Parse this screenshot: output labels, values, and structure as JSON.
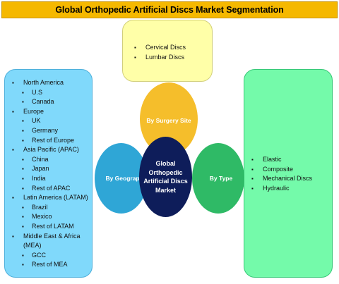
{
  "title": "Global Orthopedic Artificial Discs Market Segmentation",
  "center": "Global Orthopedic Artificial Discs Market",
  "segments": {
    "surgery": {
      "label": "By Surgery Site",
      "items": [
        "Cervical Discs",
        "Lumbar Discs"
      ]
    },
    "geography": {
      "label": "By Geography",
      "items": [
        {
          "text": "North America",
          "level": 0
        },
        {
          "text": "U.S",
          "level": 1
        },
        {
          "text": "Canada",
          "level": 1
        },
        {
          "text": "Europe",
          "level": 0
        },
        {
          "text": "UK",
          "level": 1
        },
        {
          "text": "Germany",
          "level": 1
        },
        {
          "text": "Rest of Europe",
          "level": 1
        },
        {
          "text": "Asia Pacific (APAC)",
          "level": 0
        },
        {
          "text": "China",
          "level": 1
        },
        {
          "text": "Japan",
          "level": 1
        },
        {
          "text": "India",
          "level": 1
        },
        {
          "text": "Rest of APAC",
          "level": 1
        },
        {
          "text": "Latin America (LATAM)",
          "level": 0
        },
        {
          "text": "Brazil",
          "level": 1
        },
        {
          "text": "Mexico",
          "level": 1
        },
        {
          "text": "Rest of LATAM",
          "level": 1
        },
        {
          "text": "Middle East & Africa (MEA)",
          "level": 0
        },
        {
          "text": "GCC",
          "level": 1
        },
        {
          "text": "Rest of MEA",
          "level": 1
        }
      ]
    },
    "type": {
      "label": "By Type",
      "items": [
        "Elastic",
        "Composite",
        "Mechanical Discs",
        "Hydraulic"
      ]
    }
  },
  "colors": {
    "title_bg": "#f5b800",
    "surgery_box": "#ffffa8",
    "geography_box": "#80d9fb",
    "type_box": "#74faaa",
    "surgery_circle": "#f5be2b",
    "geography_circle": "#2fa6d6",
    "type_circle": "#2fba66",
    "center_circle": "#0e1d5a"
  }
}
